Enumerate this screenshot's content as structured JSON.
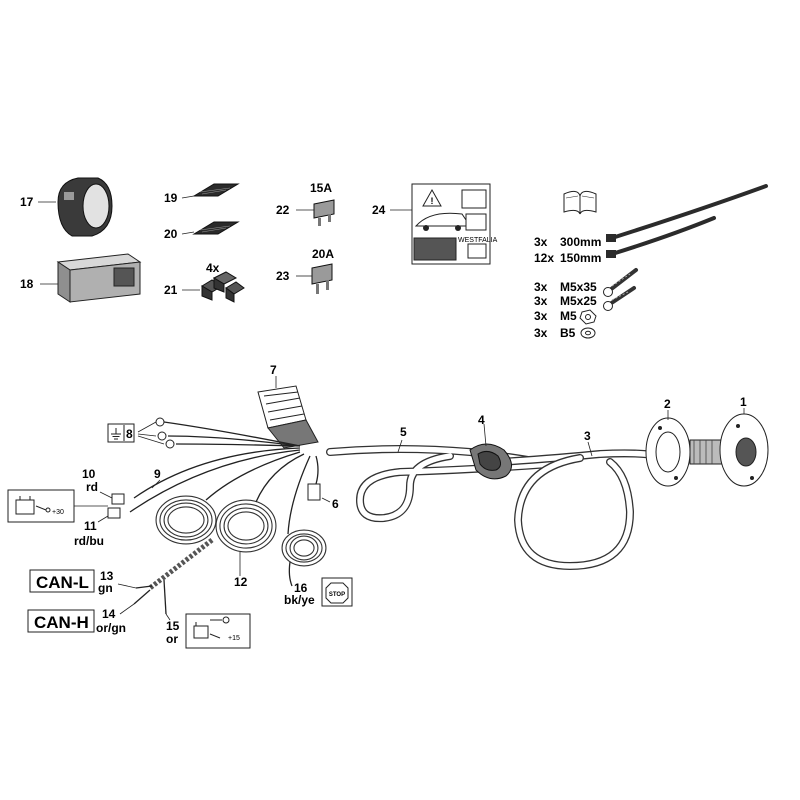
{
  "colors": {
    "line": "#222222",
    "grey": "#6f6f6f",
    "dark": "#2b2b2b",
    "background": "#ffffff"
  },
  "icons": [
    "socket-icon",
    "control-module-icon",
    "velcro-pad-icon",
    "cable-clip-icon",
    "fuse-icon",
    "warning-sticker-icon",
    "manual-book-icon",
    "cable-tie-icon",
    "screw-icon",
    "nut-icon",
    "washer-icon",
    "ground-symbol-icon",
    "battery-icon",
    "ignition-icon",
    "stop-sign-icon"
  ],
  "parts": {
    "p1": "1",
    "p2": "2",
    "p3": "3",
    "p4": "4",
    "p5": "5",
    "p6": "6",
    "p7": "7",
    "p8": "8",
    "p9": "9",
    "p10": "10",
    "p11": "11",
    "p12": "12",
    "p13": "13",
    "p14": "14",
    "p15": "15",
    "p16": "16",
    "p17": "17",
    "p18": "18",
    "p19": "19",
    "p20": "20",
    "p21": "21",
    "p22": "22",
    "p23": "23",
    "p24": "24"
  },
  "wire_colors": {
    "w10": "rd",
    "w11": "rd/bu",
    "w13": "gn",
    "w14": "or/gn",
    "w15": "or",
    "w16": "bk/ye"
  },
  "can": {
    "low": "CAN-L",
    "high": "CAN-H"
  },
  "fuses": {
    "f22": "15A",
    "f23": "20A"
  },
  "clips": {
    "qty": "4x"
  },
  "terminals": {
    "plus30": "+30",
    "plus15": "+15"
  },
  "stop": {
    "label": "STOP"
  },
  "sticker": {
    "label": "WESTFALIA"
  },
  "hardware": [
    {
      "qty": "3x",
      "spec": "300mm"
    },
    {
      "qty": "12x",
      "spec": "150mm"
    },
    {
      "qty": "3x",
      "spec": "M5x35"
    },
    {
      "qty": "3x",
      "spec": "M5x25"
    },
    {
      "qty": "3x",
      "spec": "M5"
    },
    {
      "qty": "3x",
      "spec": "B5"
    }
  ]
}
